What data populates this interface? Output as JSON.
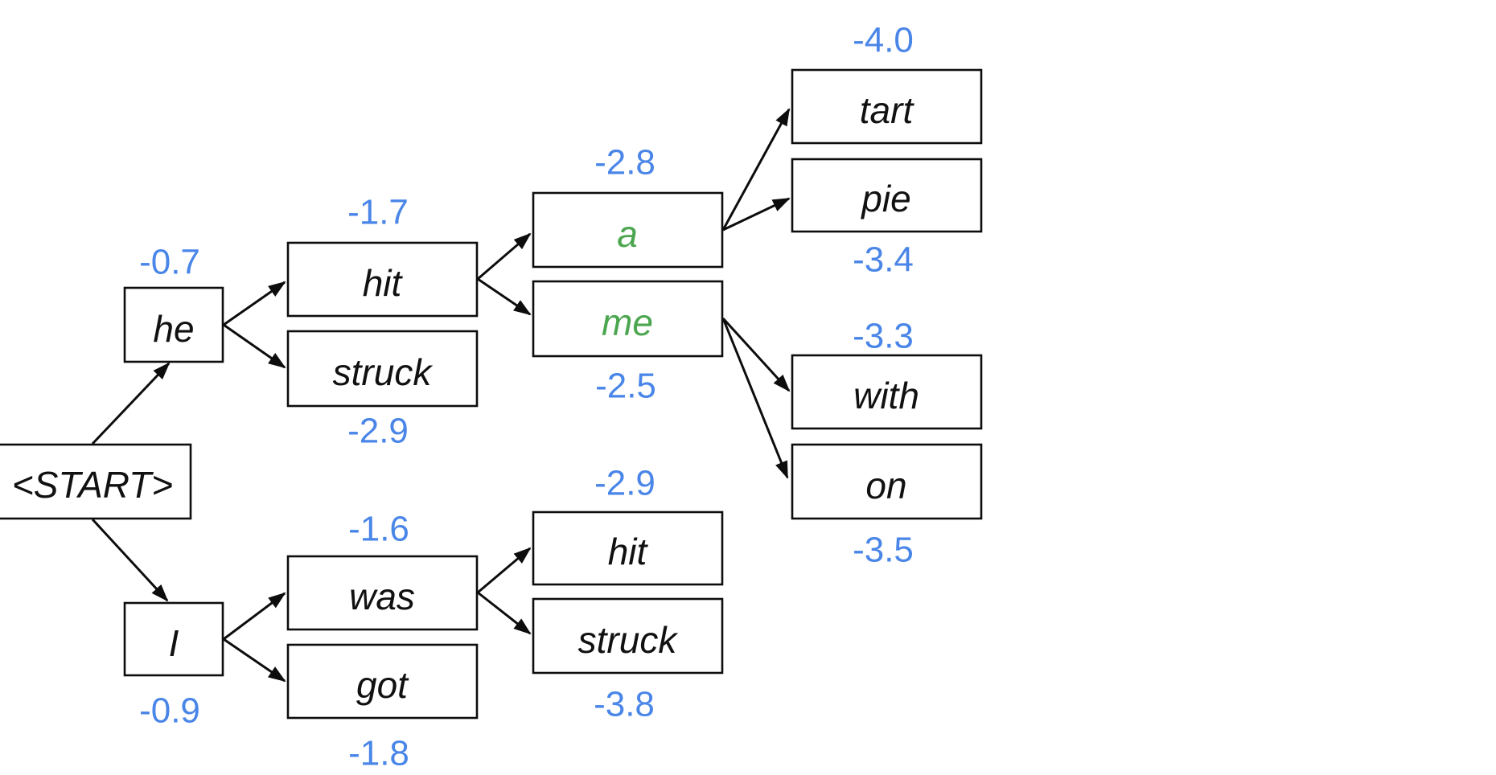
{
  "diagram": {
    "kind": "beam-search-tree",
    "colors": {
      "score_text": "#4A86E8",
      "highlight_word": "#4BA64F",
      "word_text": "#111111",
      "edge": "#0D0D0D",
      "background": "#FFFFFF"
    },
    "nodes": {
      "start": {
        "label": "<START>"
      },
      "he": {
        "label": "he",
        "score": "-0.7"
      },
      "hit1": {
        "label": "hit",
        "score": "-1.7"
      },
      "struck1": {
        "label": "struck",
        "score": "-2.9"
      },
      "a": {
        "label": "a",
        "score": "-2.8",
        "highlighted": true
      },
      "me": {
        "label": "me",
        "score": "-2.5",
        "highlighted": true
      },
      "tart": {
        "label": "tart",
        "score": "-4.0"
      },
      "pie": {
        "label": "pie",
        "score": "-3.4"
      },
      "with": {
        "label": "with",
        "score": "-3.3"
      },
      "on": {
        "label": "on",
        "score": "-3.5"
      },
      "i": {
        "label": "I",
        "score": "-0.9"
      },
      "was": {
        "label": "was",
        "score": "-1.6"
      },
      "got": {
        "label": "got",
        "score": "-1.8"
      },
      "hit2": {
        "label": "hit",
        "score": "-2.9"
      },
      "struck2": {
        "label": "struck",
        "score": "-3.8"
      }
    },
    "edges": [
      {
        "from": "start",
        "to": "he"
      },
      {
        "from": "start",
        "to": "i"
      },
      {
        "from": "he",
        "to": "hit1"
      },
      {
        "from": "he",
        "to": "struck1"
      },
      {
        "from": "hit1",
        "to": "a"
      },
      {
        "from": "hit1",
        "to": "me"
      },
      {
        "from": "a",
        "to": "tart"
      },
      {
        "from": "a",
        "to": "pie"
      },
      {
        "from": "me",
        "to": "with"
      },
      {
        "from": "me",
        "to": "on"
      },
      {
        "from": "i",
        "to": "was"
      },
      {
        "from": "i",
        "to": "got"
      },
      {
        "from": "was",
        "to": "hit2"
      },
      {
        "from": "was",
        "to": "struck2"
      }
    ]
  }
}
